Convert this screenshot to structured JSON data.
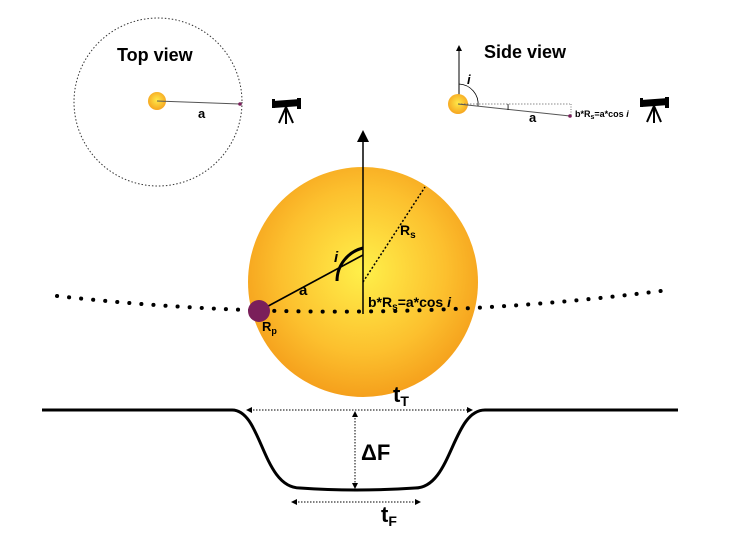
{
  "top_view": {
    "title": "Top view",
    "a_label": "a"
  },
  "side_view": {
    "title": "Side view",
    "i_label": "i",
    "a_label": "a",
    "impact_label_b": "b*R",
    "impact_label_sub": "s",
    "impact_label_rest": "=a*cos ",
    "impact_label_i": "i"
  },
  "main_view": {
    "i_label": "i",
    "a_label": "a",
    "rs_label": "R",
    "rs_sub": "s",
    "rp_label": "R",
    "rp_sub": "p",
    "impact_label_b": "b*R",
    "impact_label_sub": "s",
    "impact_label_rest": "=a*cos ",
    "impact_label_i": "i"
  },
  "light_curve": {
    "tt_label": "t",
    "tt_sub": "T",
    "df_label": "ΔF",
    "tf_label": "t",
    "tf_sub": "F"
  },
  "colors": {
    "star_center": "#fff04a",
    "star_edge": "#f7a31d",
    "planet": "#7a1f5a",
    "line": "#000000"
  },
  "icons": [
    "telescope-icon",
    "telescope-icon"
  ]
}
